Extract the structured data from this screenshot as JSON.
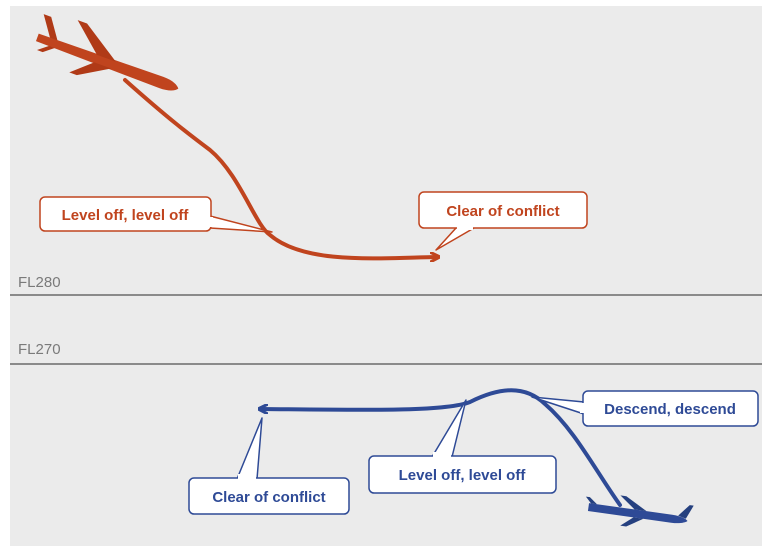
{
  "flight_levels": [
    {
      "label": "FL280"
    },
    {
      "label": "FL270"
    }
  ],
  "upper_aircraft": {
    "color": "#c0441e",
    "callouts": [
      {
        "text": "Level off, level off"
      },
      {
        "text": "Clear of conflict"
      }
    ]
  },
  "lower_aircraft": {
    "color": "#2e4a96",
    "callouts": [
      {
        "text": "Descend, descend"
      },
      {
        "text": "Level off, level off"
      },
      {
        "text": "Clear of conflict"
      }
    ]
  },
  "icons": [
    "airplane-icon",
    "airplane-icon"
  ]
}
